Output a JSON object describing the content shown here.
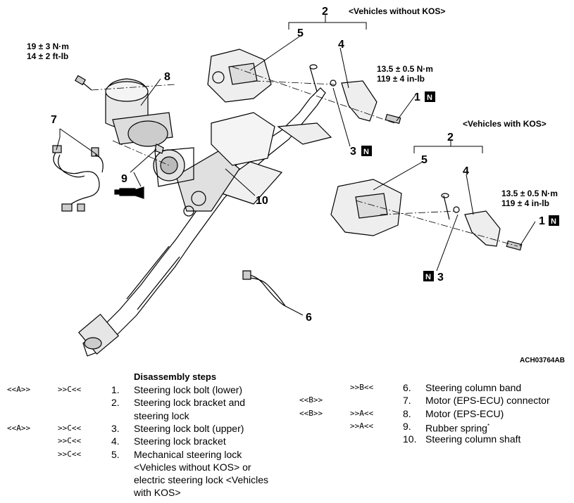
{
  "diagram": {
    "headings": {
      "without_kos": "<Vehicles without KOS>",
      "with_kos": "<Vehicles with KOS>"
    },
    "torques": {
      "motor_bolt_nm": "19 ± 3 N·m",
      "motor_bolt_ftlb": "14 ± 2 ft-lb",
      "lock_bolt_nm_top": "13.5 ± 0.5 N·m",
      "lock_bolt_inlb_top": "119 ± 4 in-lb",
      "lock_bolt_nm_bottom": "13.5 ± 0.5 N·m",
      "lock_bolt_inlb_bottom": "119 ± 4 in-lb"
    },
    "callouts": {
      "c1": "1",
      "c2": "2",
      "c3": "3",
      "c4": "4",
      "c5": "5",
      "c6": "6",
      "c7": "7",
      "c8": "8",
      "c9": "9",
      "c10": "10",
      "k1": "1",
      "k2": "2",
      "k3": "3",
      "k4": "4",
      "k5": "5"
    },
    "new_part_mark": "N",
    "figure_code": "ACH03764AB"
  },
  "steps": {
    "title": "Disassembly steps",
    "left": [
      {
        "a": "<<A>>",
        "b": ">>C<<",
        "num": "1.",
        "text": "Steering lock bolt (lower)"
      },
      {
        "a": "",
        "b": "",
        "num": "2.",
        "text": "Steering lock bracket and"
      },
      {
        "a": "",
        "b": "",
        "num": "",
        "text": "steering lock"
      },
      {
        "a": "<<A>>",
        "b": ">>C<<",
        "num": "3.",
        "text": "Steering lock bolt (upper)"
      },
      {
        "a": "",
        "b": ">>C<<",
        "num": "4.",
        "text": "Steering lock bracket"
      },
      {
        "a": "",
        "b": ">>C<<",
        "num": "5.",
        "text": "Mechanical steering lock"
      },
      {
        "a": "",
        "b": "",
        "num": "",
        "text": "<Vehicles without KOS> or"
      },
      {
        "a": "",
        "b": "",
        "num": "",
        "text": "electric steering lock <Vehicles"
      },
      {
        "a": "",
        "b": "",
        "num": "",
        "text": "with KOS>"
      }
    ],
    "right": [
      {
        "a": "",
        "b": ">>B<<",
        "num": "6.",
        "text": "Steering column band"
      },
      {
        "a": "<<B>>",
        "b": "",
        "num": "7.",
        "text": "Motor (EPS-ECU) connector"
      },
      {
        "a": "<<B>>",
        "b": ">>A<<",
        "num": "8.",
        "text": "Motor (EPS-ECU)"
      },
      {
        "a": "",
        "b": ">>A<<",
        "num": "9.",
        "text": "Rubber spring",
        "sup": "*"
      },
      {
        "a": "",
        "b": "",
        "num": "10.",
        "text": "Steering column shaft"
      }
    ]
  }
}
